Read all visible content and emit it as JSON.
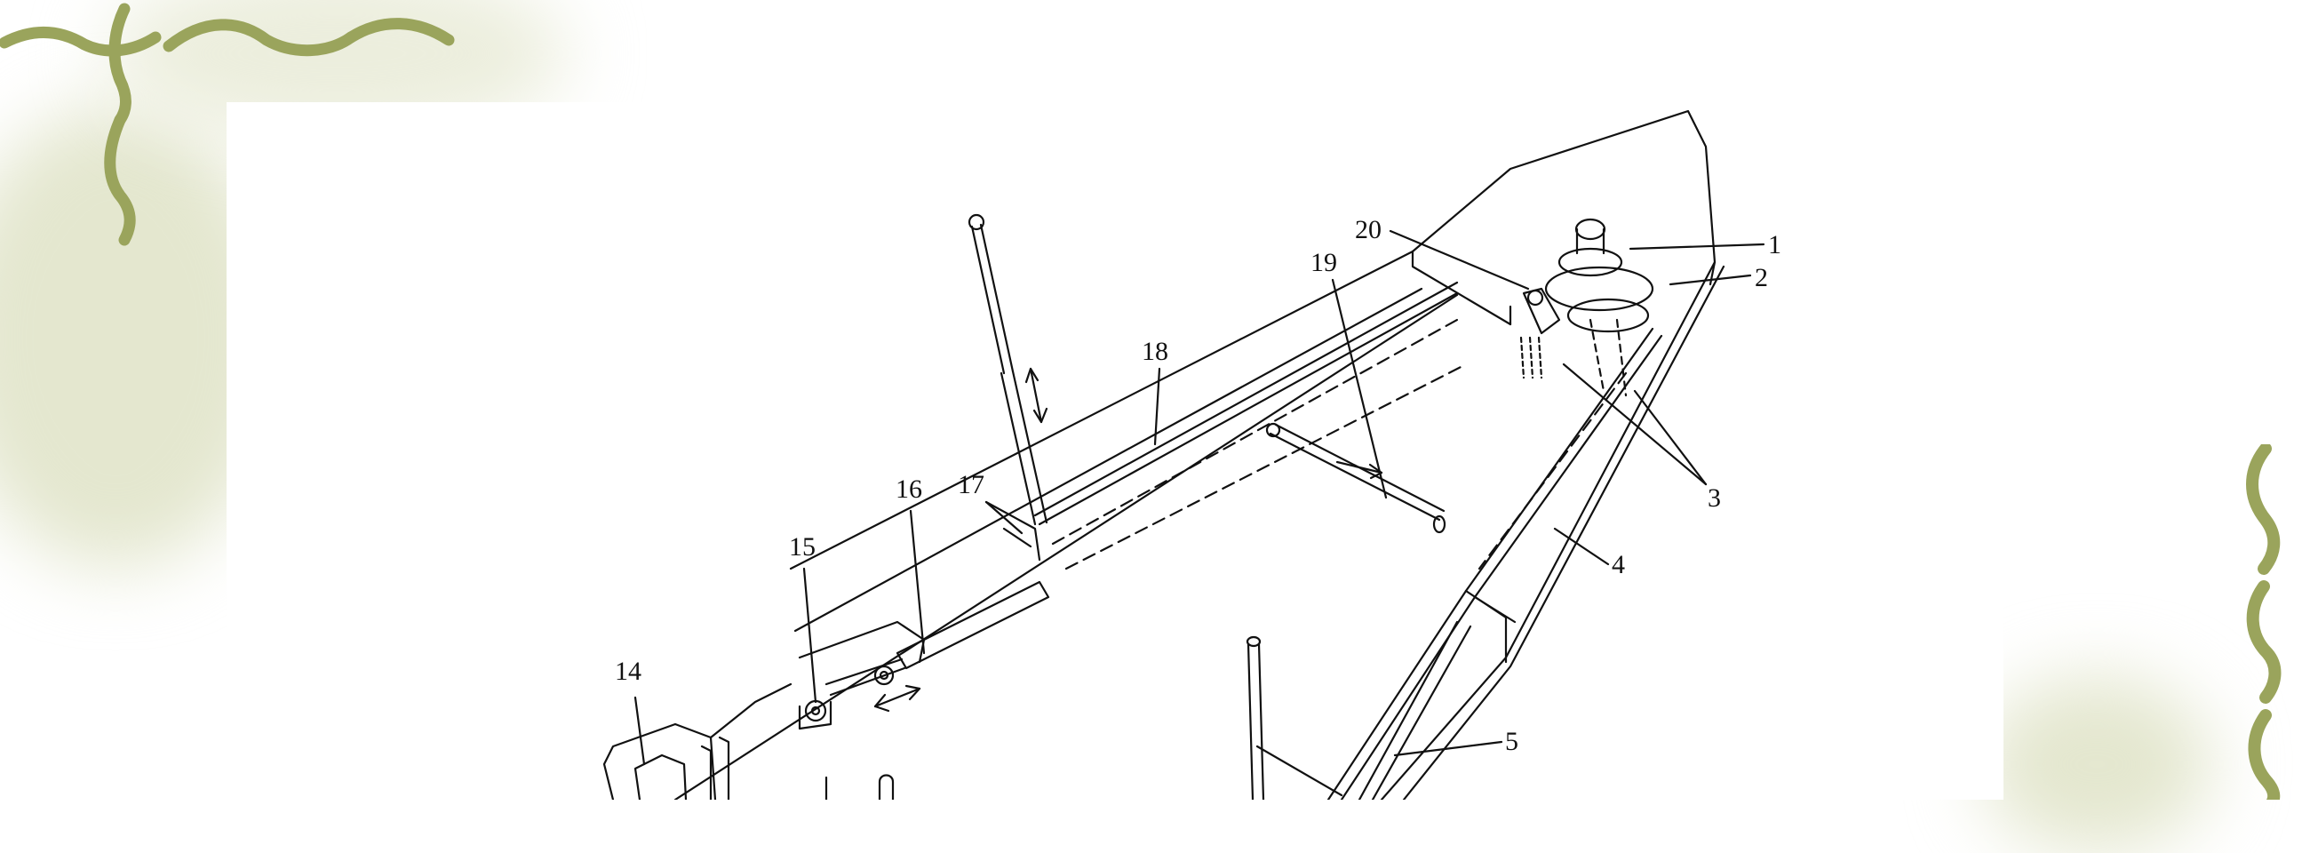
{
  "diagram": {
    "labels": {
      "l1": "1",
      "l2": "2",
      "l3": "3",
      "l4": "4",
      "l5": "5",
      "l14": "14",
      "l15": "15",
      "l16": "16",
      "l17": "17",
      "l18": "18",
      "l19": "19",
      "l20": "20"
    }
  },
  "colors": {
    "vine": "#9aa45c",
    "wash": "#dfe3c6",
    "ink": "#111111"
  }
}
